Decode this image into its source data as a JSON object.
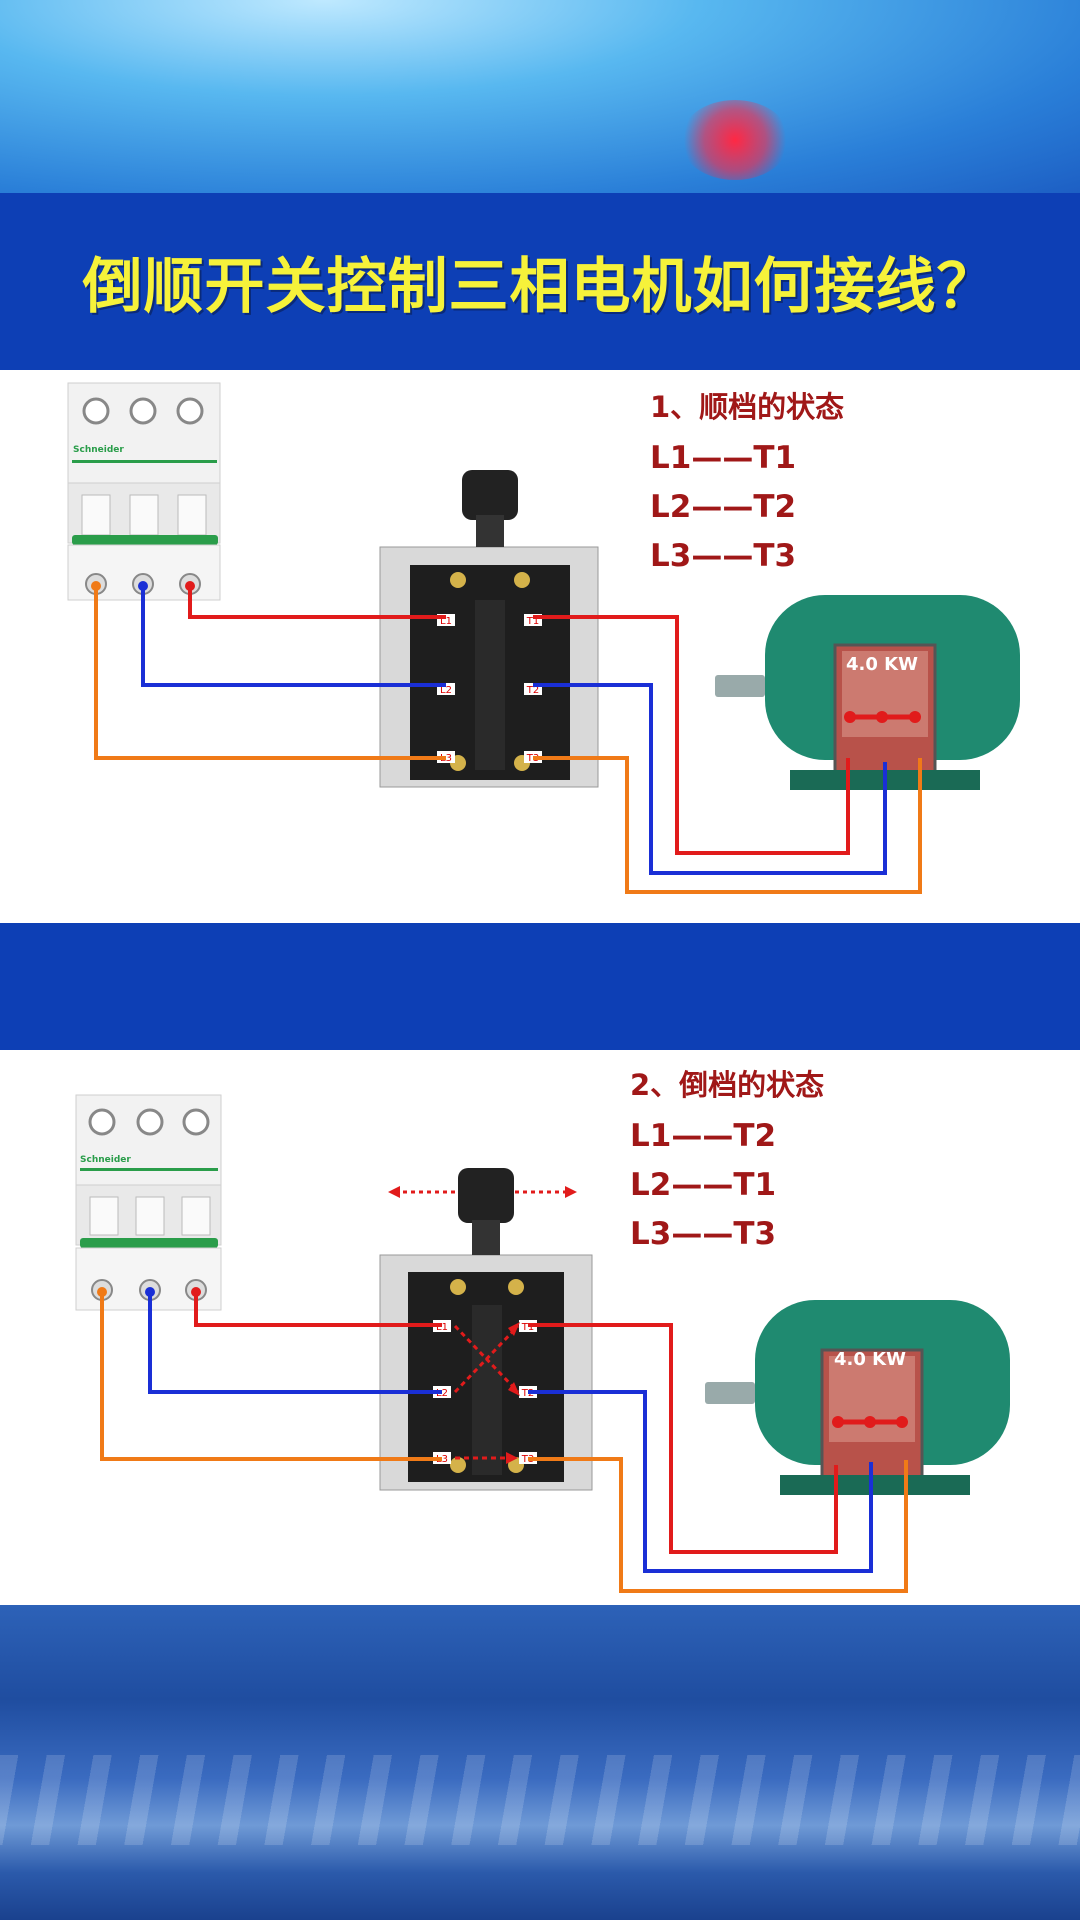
{
  "title": "倒顺开关控制三相电机如何接线？",
  "diagram1": {
    "heading": "1、顺档的状态",
    "mappings": [
      "L1——T1",
      "L2——T2",
      "L3——T3"
    ],
    "switch_labels": {
      "left": [
        "L1",
        "L2",
        "L3"
      ],
      "right": [
        "T1",
        "T2",
        "T3"
      ]
    },
    "motor_label": "4.0 KW",
    "breaker_brand": "Schneider"
  },
  "diagram2": {
    "heading": "2、倒档的状态",
    "mappings": [
      "L1——T2",
      "L2——T1",
      "L3——T3"
    ],
    "switch_labels": {
      "left": [
        "L1",
        "L2",
        "L3"
      ],
      "right": [
        "T1",
        "T2",
        "T3"
      ]
    },
    "motor_label": "4.0 KW",
    "breaker_brand": "Schneider"
  },
  "colors": {
    "phase1": "#e11b1b",
    "phase2": "#1a2fd6",
    "phase3": "#f07a17",
    "title": "#f6f23a",
    "band": "#0d3fb5",
    "motor": "#1f8a70"
  }
}
